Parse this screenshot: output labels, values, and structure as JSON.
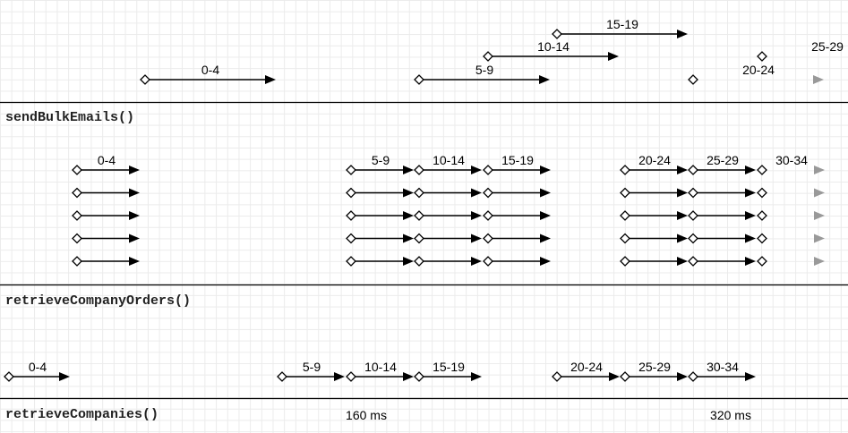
{
  "lanes": [
    {
      "name": "sendBulkEmails()",
      "batches": [
        {
          "label": "0-4",
          "rows": 1
        },
        {
          "label": "5-9",
          "rows": 1
        },
        {
          "label": "10-14",
          "rows": 1
        },
        {
          "label": "15-19",
          "rows": 1
        },
        {
          "label": "20-24",
          "rows": 1
        },
        {
          "label": "25-29",
          "rows": 1
        }
      ]
    },
    {
      "name": "retrieveCompanyOrders()",
      "batches": [
        {
          "label": "0-4",
          "rows": 5
        },
        {
          "label": "5-9",
          "rows": 5
        },
        {
          "label": "10-14",
          "rows": 5
        },
        {
          "label": "15-19",
          "rows": 5
        },
        {
          "label": "20-24",
          "rows": 5
        },
        {
          "label": "25-29",
          "rows": 5
        },
        {
          "label": "30-34",
          "rows": 5
        }
      ]
    },
    {
      "name": "retrieveCompanies()",
      "batches": [
        {
          "label": "0-4",
          "rows": 1
        },
        {
          "label": "5-9",
          "rows": 1
        },
        {
          "label": "10-14",
          "rows": 1
        },
        {
          "label": "15-19",
          "rows": 1
        },
        {
          "label": "20-24",
          "rows": 1
        },
        {
          "label": "25-29",
          "rows": 1
        },
        {
          "label": "30-34",
          "rows": 1
        }
      ]
    }
  ],
  "time_markers": [
    "160 ms",
    "320 ms"
  ],
  "colors": {
    "line": "#000000",
    "faded": "#999999",
    "grid": "#ebebeb"
  }
}
